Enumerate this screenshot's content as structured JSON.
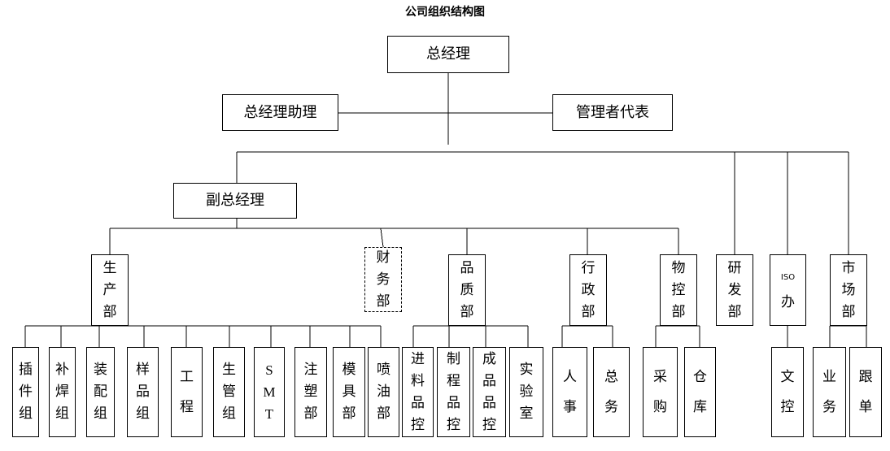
{
  "title": "公司组织结构图",
  "nodes": {
    "gm": "总经理",
    "gm_assistant": "总经理助理",
    "mgmt_rep": "管理者代表",
    "deputy_gm": "副总经理",
    "production": "生产部",
    "finance": "财务部",
    "quality": "品质部",
    "admin": "行政部",
    "logistics": "物控部",
    "rnd": "研发部",
    "iso_top": "ISO",
    "iso_bottom": "办",
    "market": "市场部",
    "insert_group": "插件组",
    "repair_weld_group": "补焊组",
    "assembly_group": "装配组",
    "sample_group": "样品组",
    "engineering": "工程",
    "prod_mgmt_group": "生管组",
    "smt": "SMT",
    "injection_dept": "注塑部",
    "mold_dept": "模具部",
    "spray_dept": "喷油部",
    "incoming_qc": "进料品控",
    "process_qc": "制程品控",
    "finished_qc": "成品品控",
    "lab": "实验室",
    "hr": "人事",
    "general_affairs": "总务",
    "purchasing": "采购",
    "warehouse": "仓库",
    "doc_control": "文控",
    "sales": "业务",
    "follow_up": "跟单"
  }
}
